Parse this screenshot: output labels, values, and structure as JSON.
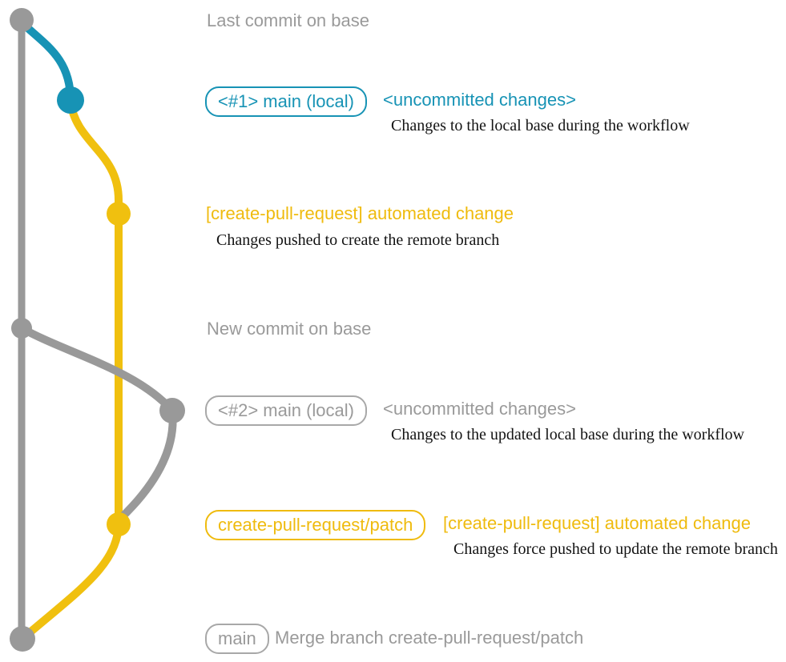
{
  "diagram": {
    "colors": {
      "main_gray": "#999999",
      "branch_blue": "#1793B5",
      "branch_yellow": "#F0C00F",
      "annotation_black": "#131313"
    },
    "headings": {
      "top": "Last commit on base",
      "middle": "New commit on base"
    },
    "rows": [
      {
        "branch_label": "<#1> main (local)",
        "commit_title": "<uncommitted changes>",
        "description": "Changes to the local base during the workflow"
      },
      {
        "commit_title": "[create-pull-request] automated change",
        "description": "Changes pushed to create the remote branch"
      },
      {
        "branch_label": "<#2> main (local)",
        "commit_title": "<uncommitted changes>",
        "description": "Changes to the updated local base during the workflow"
      },
      {
        "branch_label": "create-pull-request/patch",
        "commit_title": "[create-pull-request] automated change",
        "description": "Changes force pushed to update the remote branch"
      },
      {
        "branch_label": "main",
        "commit_title": "Merge branch create-pull-request/patch"
      }
    ]
  }
}
